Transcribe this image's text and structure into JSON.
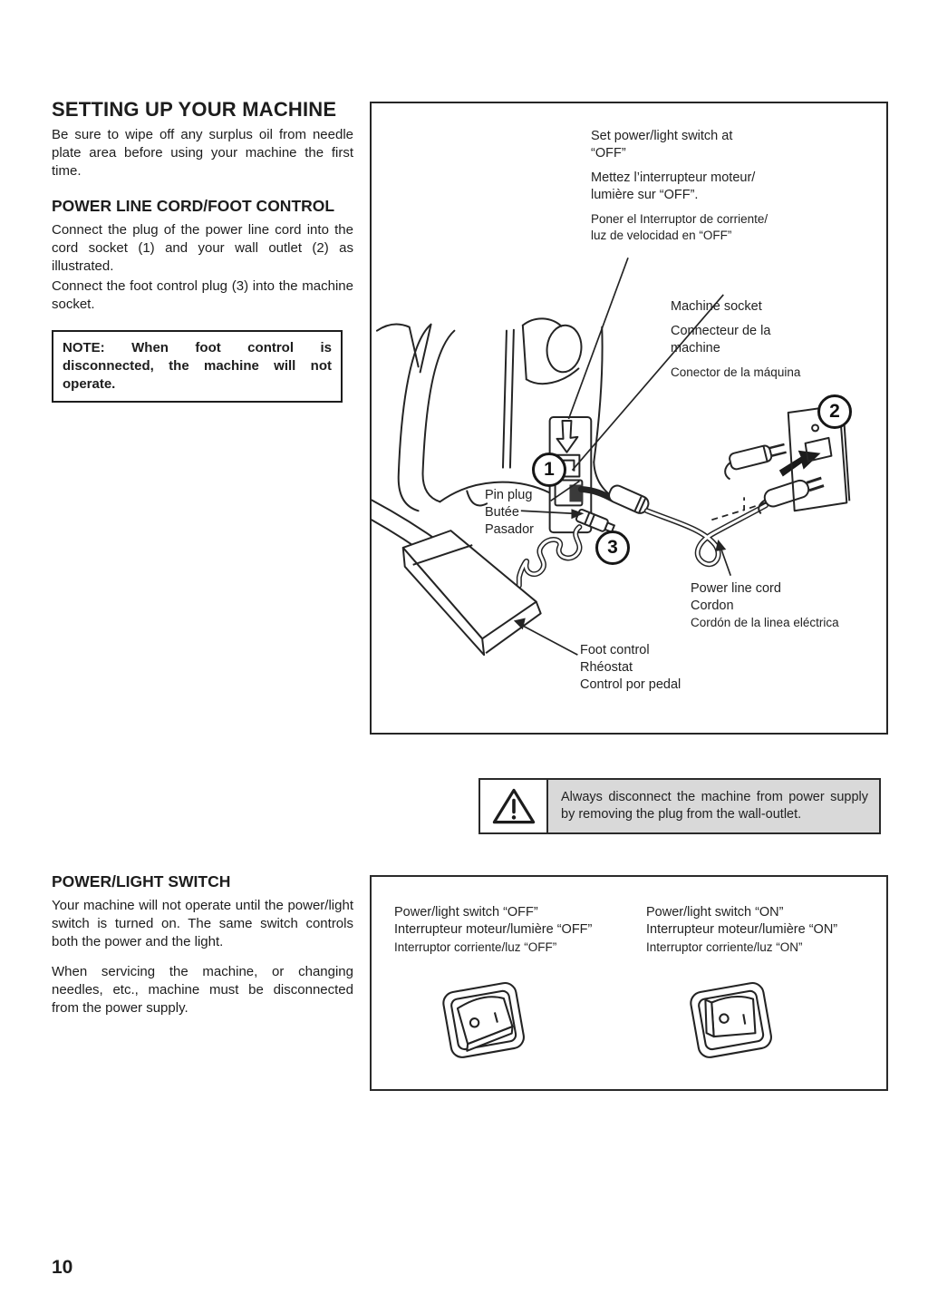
{
  "page_number": "10",
  "left": {
    "s1_title": "SETTING UP YOUR MACHINE",
    "s1_body": "Be sure to wipe off any surplus oil from needle plate area before using your machine the first time.",
    "s2_title": "POWER LINE CORD/FOOT CONTROL",
    "s2_p1": "Connect the plug of the power line cord into the cord socket (1) and your wall outlet (2) as illustrated.",
    "s2_p2": "Connect the foot control plug (3) into the machine socket.",
    "note": "NOTE: When foot control is disconnected, the machine will not operate.",
    "s3_title": "POWER/LIGHT SWITCH",
    "s3_p1": "Your machine will not operate until the power/light switch is turned on. The same switch controls both the power and the light.",
    "s3_p2": "When servicing the machine, or changing needles, etc., machine must be disconnected from the power supply."
  },
  "diagram": {
    "set_switch": {
      "en1": "Set power/light switch at",
      "en2": "“OFF”",
      "fr1": "Mettez l’interrupteur moteur/",
      "fr2": "lumière sur “OFF”.",
      "es1": "Poner el Interruptor de corriente/",
      "es2": "luz de velocidad en “OFF”"
    },
    "machine_socket": {
      "en": "Machine socket",
      "fr1": "Connecteur de la",
      "fr2": "machine",
      "es": "Conector de la máquina"
    },
    "pin_plug": {
      "en": "Pin plug",
      "fr": "Butée",
      "es": "Pasador"
    },
    "power_cord": {
      "en": "Power line cord",
      "fr": "Cordon",
      "es": "Cordón de la linea eléctrica"
    },
    "foot_control": {
      "en": "Foot control",
      "fr": "Rhéostat",
      "es": "Control por pedal"
    },
    "callout_1": "1",
    "callout_2": "2",
    "callout_3": "3"
  },
  "warning": "Always disconnect the machine from power supply by removing the plug from the wall-outlet.",
  "switch_panel": {
    "off_en": "Power/light switch “OFF”",
    "off_fr": "Interrupteur moteur/lumière “OFF”",
    "off_es": "Interruptor corriente/luz “OFF”",
    "on_en": "Power/light switch “ON”",
    "on_fr": "Interrupteur moteur/lumière “ON”",
    "on_es": "Interruptor corriente/luz “ON”"
  },
  "colors": {
    "ink": "#1d1d1d",
    "warning_bg": "#d9d9d9"
  }
}
